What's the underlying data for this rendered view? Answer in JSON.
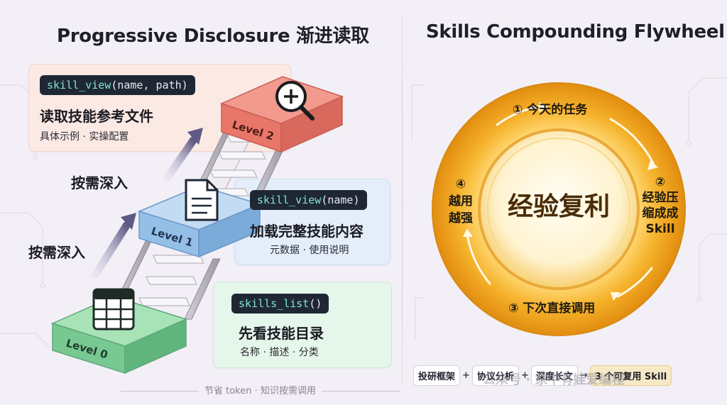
{
  "left": {
    "title": "Progressive Disclosure 渐进读取",
    "levels": [
      {
        "label": "Level 0",
        "fn": "skills_list",
        "args": "()",
        "heading": "先看技能目录",
        "sub": "名称 · 描述 · 分类",
        "icon": "table-icon"
      },
      {
        "label": "Level 1",
        "fn": "skill_view",
        "args": "(name)",
        "heading": "加载完整技能内容",
        "sub": "元数据 · 使用说明",
        "icon": "document-icon"
      },
      {
        "label": "Level 2",
        "fn": "skill_view",
        "args": "(name, path)",
        "heading": "读取技能参考文件",
        "sub": "具体示例 · 实操配置",
        "icon": "magnifier-plus-icon"
      }
    ],
    "step_label_1": "按需深入",
    "step_label_2": "按需深入",
    "footer": "节省 token · 知识按需调用"
  },
  "right": {
    "title": "Skills Compounding Flywheel",
    "center": "经验复利",
    "steps": {
      "s1": "① 今天的任务",
      "s2_num": "②",
      "s2_l1": "经验压",
      "s2_l2": "缩成成",
      "s2_l3": "Skill",
      "s3": "③ 下次直接调用",
      "s4_num": "④",
      "s4_l1": "越用",
      "s4_l2": "越强"
    },
    "flow": {
      "c1": "投研框架",
      "c2": "协议分析",
      "c3": "深度长文",
      "c4": "3 个可复用 Skill",
      "plus": "+",
      "arrow": "→"
    },
    "watermark": "公众号 · 家中有娃爱编程"
  },
  "colors": {
    "level0": "#8fd8a6",
    "level1": "#a9cdee",
    "level2": "#ee7b6d",
    "ring_gold": "#f0a21c",
    "ring_light": "#fff2c6"
  }
}
